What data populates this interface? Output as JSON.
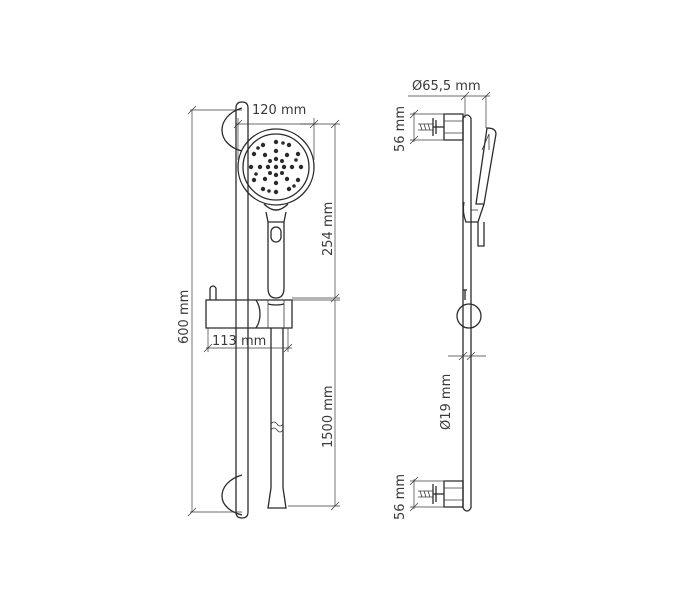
{
  "front_view": {
    "total_height_label": "600 mm",
    "head_width_label": "120 mm",
    "handle_length_label": "254 mm",
    "holder_width_label": "113 mm",
    "hose_length_label": "1500 mm"
  },
  "side_view": {
    "head_diameter_label": "Ø65,5 mm",
    "top_bracket_label": "56 mm",
    "rail_diameter_label": "Ø19 mm",
    "bottom_bracket_label": "56 mm"
  },
  "colors": {
    "line": "#2b2b2b",
    "dimension": "#3a3a3a",
    "background": "#ffffff"
  }
}
